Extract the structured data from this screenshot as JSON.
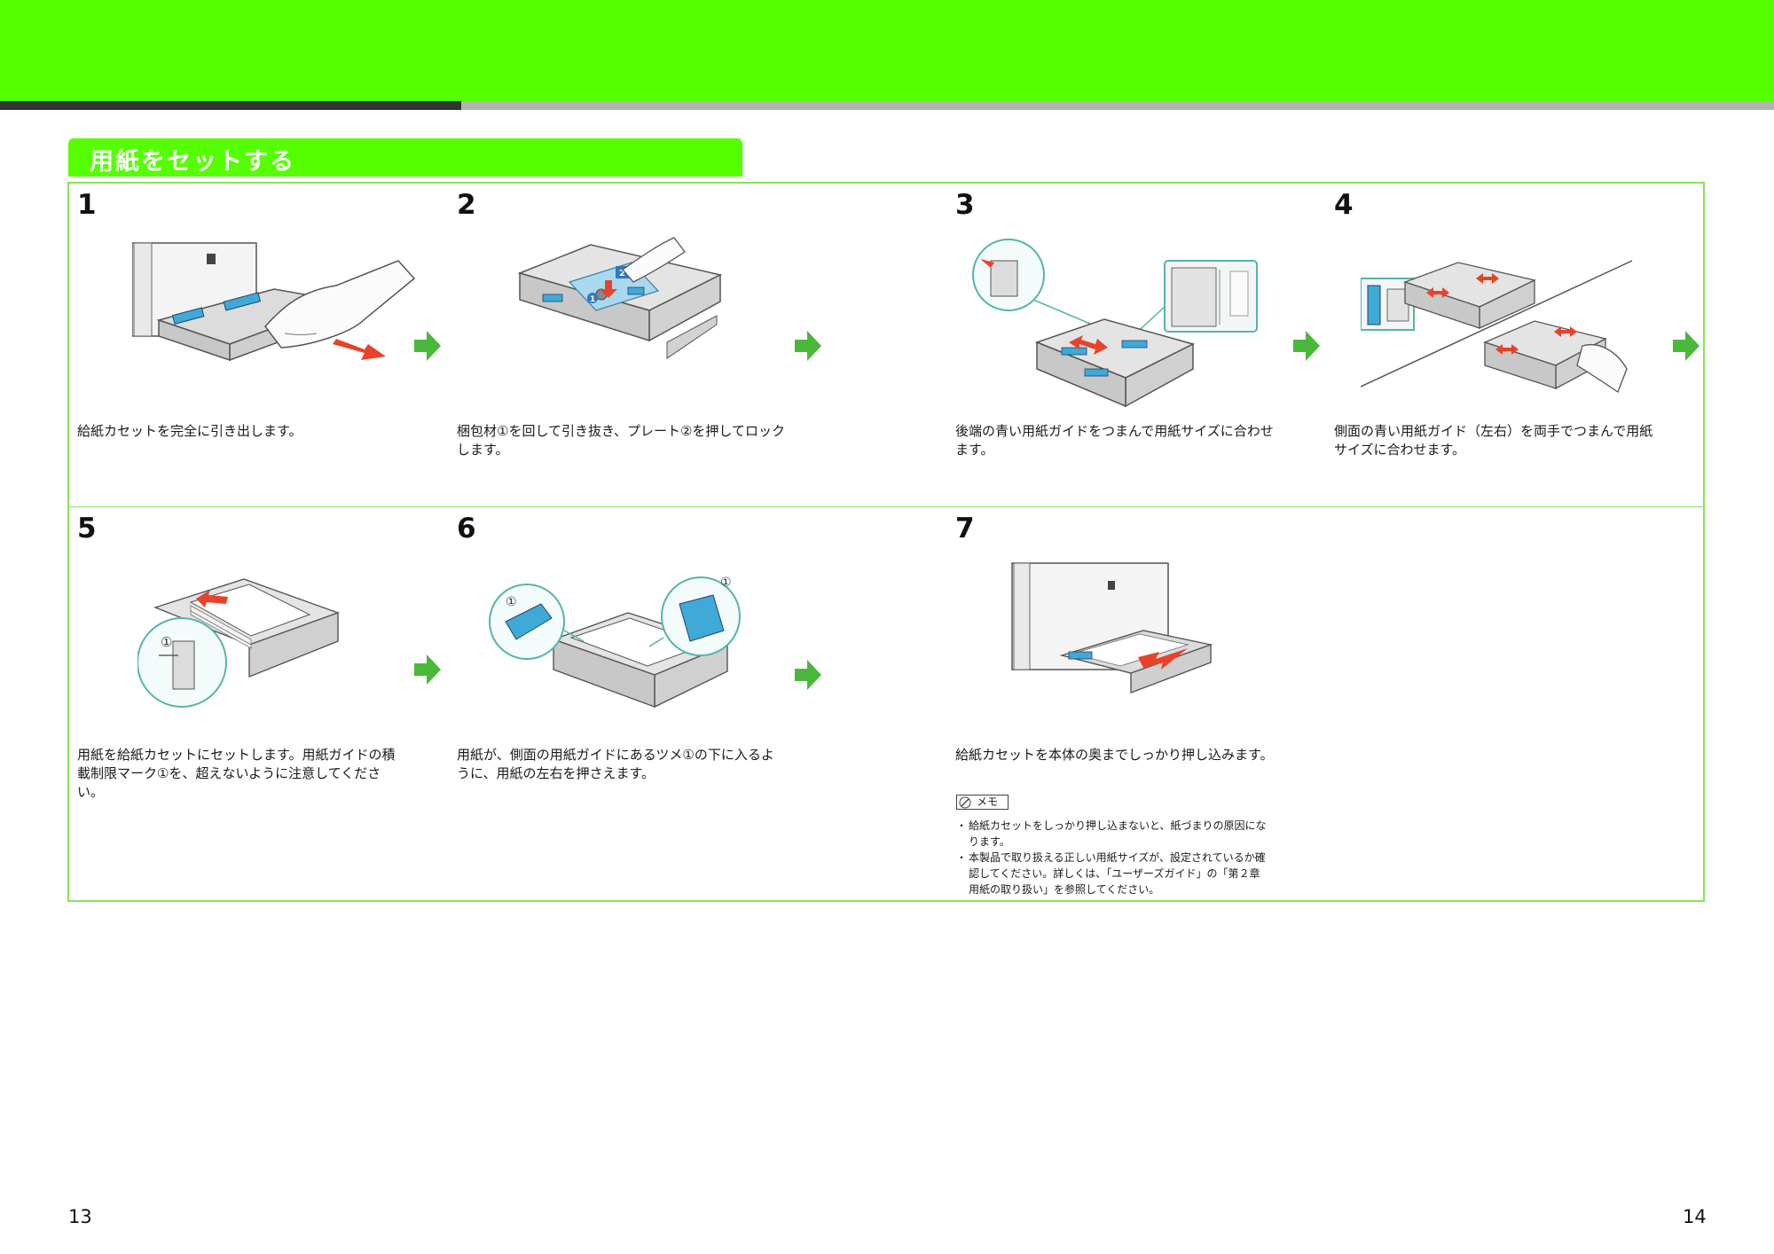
{
  "header": {
    "section_title": "用紙をセットする"
  },
  "colors": {
    "brand_green": "#55ff00",
    "frame_green": "#88e35a",
    "arrow_green": "#4ab83a",
    "dark_rule": "#333333",
    "grey_rule": "#b3b3b3",
    "illustration_blue": "#3fa9d8",
    "illustration_red": "#e8432a"
  },
  "steps": [
    {
      "number": "1",
      "text": "給紙カセットを完全に引き出します。"
    },
    {
      "number": "2",
      "text": "梱包材①を回して引き抜き、プレート②を押してロックします。"
    },
    {
      "number": "3",
      "text": "後端の青い用紙ガイドをつまんで用紙サイズに合わせます。"
    },
    {
      "number": "4",
      "text": "側面の青い用紙ガイド（左右）を両手でつまんで用紙サイズに合わせます。"
    },
    {
      "number": "5",
      "text": "用紙を給紙カセットにセットします。用紙ガイドの積載制限マーク①を、超えないように注意してください。"
    },
    {
      "number": "6",
      "text": "用紙が、側面の用紙ガイドにあるツメ①の下に入るように、用紙の左右を押さえます。"
    },
    {
      "number": "7",
      "text": "給紙カセットを本体の奥までしっかり押し込みます。"
    }
  ],
  "callouts": {
    "circled_1": "①",
    "circled_2": "②",
    "filled_1": "1",
    "filled_2": "2"
  },
  "memo": {
    "label": "メモ",
    "bullet": "・",
    "items": [
      "給紙カセットをしっかり押し込まないと、紙づまりの原因になります。",
      "本製品で取り扱える正しい用紙サイズが、設定されているか確認してください。詳しくは、「ユーザーズガイド」の「第２章　用紙の取り扱い」を参照してください。"
    ]
  },
  "page_numbers": {
    "left": "13",
    "right": "14"
  }
}
